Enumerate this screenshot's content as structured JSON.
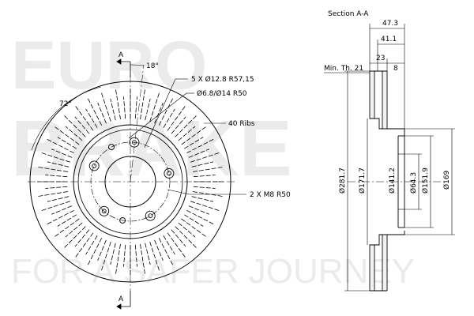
{
  "watermark": {
    "line1": "EURO",
    "line2": "BRAKE",
    "line3": "FOR A SAFER JOURNEY"
  },
  "front_view": {
    "section_marker_top": "A",
    "section_marker_bottom": "A",
    "angle_between_holes": "18°",
    "angle_segment": "72°",
    "bolt_holes": "5 X Ø12.8 R57,15",
    "small_holes": "Ø6.8/Ø14 R50",
    "ribs": "40 Ribs",
    "threads": "2 X M8 R50"
  },
  "section_view": {
    "title": "Section A-A",
    "total_height": "47.3",
    "hat_height": "41.1",
    "disc_thickness": "23",
    "hat_wall": "8",
    "min_thickness": "Min. Th. 21",
    "outer_diameter": "Ø281.7",
    "inner_friction_diameter": "Ø171.7",
    "hat_diameter": "Ø141.2",
    "center_bore": "Ø64.3",
    "bolt_circle_area": "Ø151.9",
    "hat_outer": "Ø169"
  }
}
